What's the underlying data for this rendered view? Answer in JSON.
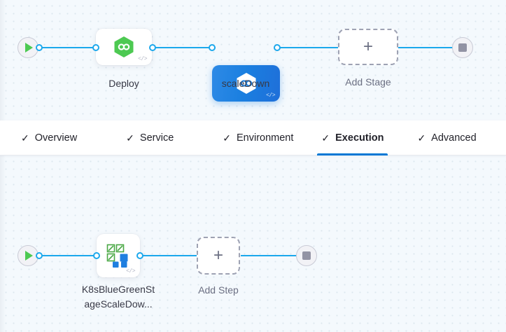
{
  "stage_graph": {
    "start_node": {
      "icon": "play-icon",
      "name": "pipeline-start-node"
    },
    "end_node": {
      "icon": "stop-icon",
      "name": "pipeline-end-node"
    },
    "nodes": [
      {
        "label": "Deploy",
        "icon": "harness-hexagon-icon-green",
        "selected": false,
        "code_glyph": "</>"
      },
      {
        "label": "scaleDown",
        "icon": "harness-hexagon-icon-white",
        "selected": true,
        "code_glyph": "</>"
      }
    ],
    "add_stage": {
      "label": "Add Stage",
      "icon": "plus-icon"
    }
  },
  "tabs": {
    "check_glyph": "✓",
    "items": [
      {
        "label": "Overview",
        "active": false
      },
      {
        "label": "Service",
        "active": false
      },
      {
        "label": "Environment",
        "active": false
      },
      {
        "label": "Execution",
        "active": true
      },
      {
        "label": "Advanced",
        "active": false
      }
    ]
  },
  "step_graph": {
    "start_node": {
      "icon": "play-icon",
      "name": "execution-start-node"
    },
    "end_node": {
      "icon": "stop-icon",
      "name": "execution-end-node"
    },
    "nodes": [
      {
        "label_line1": "K8sBlueGreenSt",
        "label_line2": "ageScaleDow...",
        "icon": "kubernetes-scale-icon",
        "code_glyph": "</>"
      }
    ],
    "add_step": {
      "label": "Add Step",
      "icon": "plus-icon"
    }
  },
  "colors": {
    "accent_blue": "#0278d5",
    "link_blue": "#1ca8ec",
    "selected_node_blue": "#1a7fe0",
    "green": "#4dc952",
    "canvas_bg": "#f4f9fd",
    "grid_dot": "#dde7ef",
    "muted_text": "#6b6f82"
  }
}
